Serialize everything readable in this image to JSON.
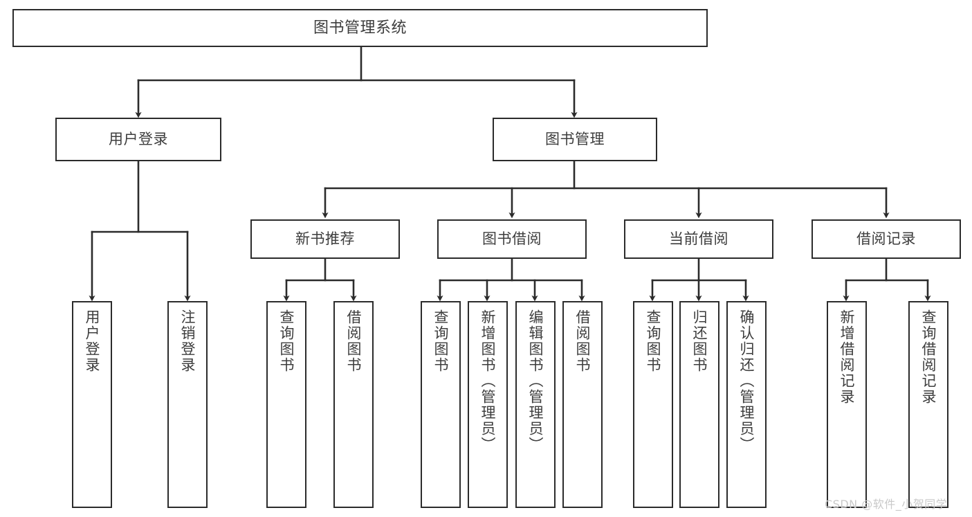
{
  "diagram": {
    "title": "图书管理系统",
    "type": "functional-structure-tree",
    "orientation": "top-down",
    "style": {
      "box_border_color": "#2b2b2b",
      "box_fill_color": "#ffffff",
      "text_color": "#3d3d3d",
      "connector_color": "#2b2b2b",
      "background": "#ffffff"
    },
    "levels": [
      {
        "level": 1,
        "nodes": [
          {
            "id": "root",
            "label": "图书管理系统"
          }
        ]
      },
      {
        "level": 2,
        "nodes": [
          {
            "id": "user-login",
            "label": "用户登录",
            "parent": "root"
          },
          {
            "id": "book-management",
            "label": "图书管理",
            "parent": "root"
          }
        ]
      },
      {
        "level": 3,
        "nodes": [
          {
            "id": "new-book-recommend",
            "label": "新书推荐",
            "parent": "book-management"
          },
          {
            "id": "book-borrow",
            "label": "图书借阅",
            "parent": "book-management"
          },
          {
            "id": "current-borrow",
            "label": "当前借阅",
            "parent": "book-management"
          },
          {
            "id": "borrow-record",
            "label": "借阅记录",
            "parent": "book-management"
          }
        ]
      },
      {
        "level": 4,
        "nodes": [
          {
            "id": "leaf-user-login",
            "label": "用户登录",
            "parent": "user-login"
          },
          {
            "id": "leaf-logout-login",
            "label": "注销登录",
            "parent": "user-login"
          },
          {
            "id": "leaf-query-books-1",
            "label": "查询图书",
            "parent": "new-book-recommend"
          },
          {
            "id": "leaf-borrow-books-1",
            "label": "借阅图书",
            "parent": "new-book-recommend"
          },
          {
            "id": "leaf-query-books-2",
            "label": "查询图书",
            "parent": "book-borrow"
          },
          {
            "id": "leaf-add-book",
            "label": "新增图书（管理员）",
            "parent": "book-borrow"
          },
          {
            "id": "leaf-edit-book",
            "label": "编辑图书（管理员）",
            "parent": "book-borrow"
          },
          {
            "id": "leaf-borrow-books-2",
            "label": "借阅图书",
            "parent": "book-borrow"
          },
          {
            "id": "leaf-query-books-3",
            "label": "查询图书",
            "parent": "current-borrow"
          },
          {
            "id": "leaf-return-book",
            "label": "归还图书",
            "parent": "current-borrow"
          },
          {
            "id": "leaf-confirm-return",
            "label": "确认归还（管理员）",
            "parent": "current-borrow"
          },
          {
            "id": "leaf-add-borrow-record",
            "label": "新增借阅记录",
            "parent": "borrow-record"
          },
          {
            "id": "leaf-query-borrow-record",
            "label": "查询借阅记录",
            "parent": "borrow-record"
          }
        ]
      }
    ]
  },
  "nodes": {
    "root": "图书管理系统",
    "user_login": "用户登录",
    "book_management": "图书管理",
    "new_book_recommend": "新书推荐",
    "book_borrow": "图书借阅",
    "current_borrow": "当前借阅",
    "borrow_record": "借阅记录",
    "leaf_user_login": "用户登录",
    "leaf_logout_login": "注销登录",
    "leaf_query_books_1": "查询图书",
    "leaf_borrow_books_1": "借阅图书",
    "leaf_query_books_2": "查询图书",
    "leaf_add_book": "新增图书（管理员）",
    "leaf_edit_book": "编辑图书（管理员）",
    "leaf_borrow_books_2": "借阅图书",
    "leaf_query_books_3": "查询图书",
    "leaf_return_book": "归还图书",
    "leaf_confirm_return": "确认归还（管理员）",
    "leaf_add_borrow_record": "新增借阅记录",
    "leaf_query_borrow_record": "查询借阅记录"
  },
  "watermark": {
    "text": "CSDN @软件_小贺同学",
    "color": "#c9c9c9"
  }
}
